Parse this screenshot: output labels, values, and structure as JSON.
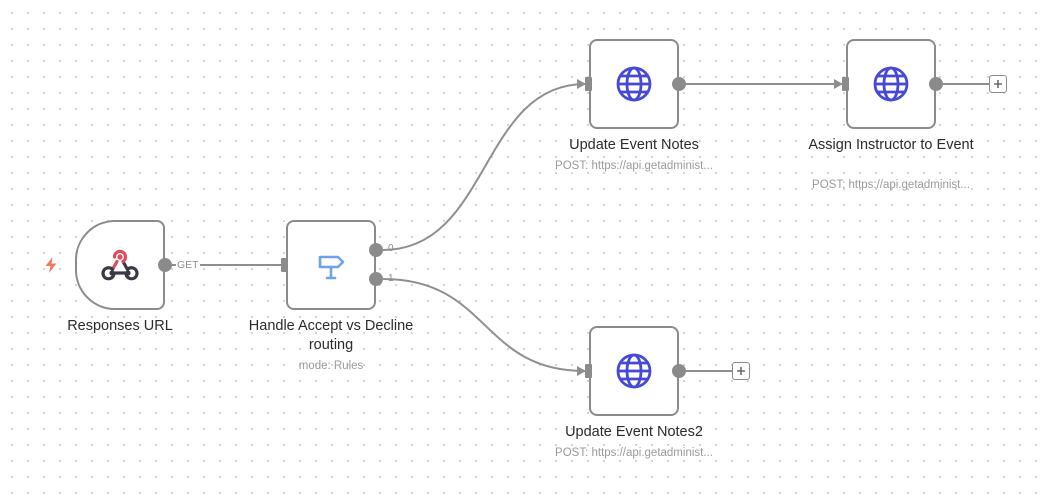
{
  "canvas": {
    "background": "#ffffff",
    "grid_dot_color": "#c9c9cf"
  },
  "colors": {
    "node_border": "#8b8b8b",
    "edge": "#8f8f8f",
    "http_icon": "#4648d6",
    "switch_icon": "#6ea3ec",
    "webhook_dark": "#3a3a44",
    "webhook_red": "#e24b5b",
    "trigger_bolt": "#f07a61",
    "label_text": "#2b2b2b",
    "subtitle_text": "#9a9a9a"
  },
  "nodes": {
    "responses_url": {
      "name": "Responses URL",
      "icon": "webhook-icon",
      "edge_label": "GET"
    },
    "handle_accept": {
      "name": "Handle Accept vs Decline routing",
      "subtitle": "mode: Rules",
      "icon": "signpost-icon",
      "outputs": [
        "0",
        "1"
      ]
    },
    "update_event_notes": {
      "name": "Update Event Notes",
      "subtitle": "POST: https://api.getadminist...",
      "icon": "globe-icon"
    },
    "assign_instructor": {
      "name": "Assign Instructor to Event",
      "subtitle": "POST: https://api.getadminist...",
      "icon": "globe-icon"
    },
    "update_event_notes2": {
      "name": "Update Event Notes2",
      "subtitle": "POST: https://api.getadminist...",
      "icon": "globe-icon"
    }
  }
}
